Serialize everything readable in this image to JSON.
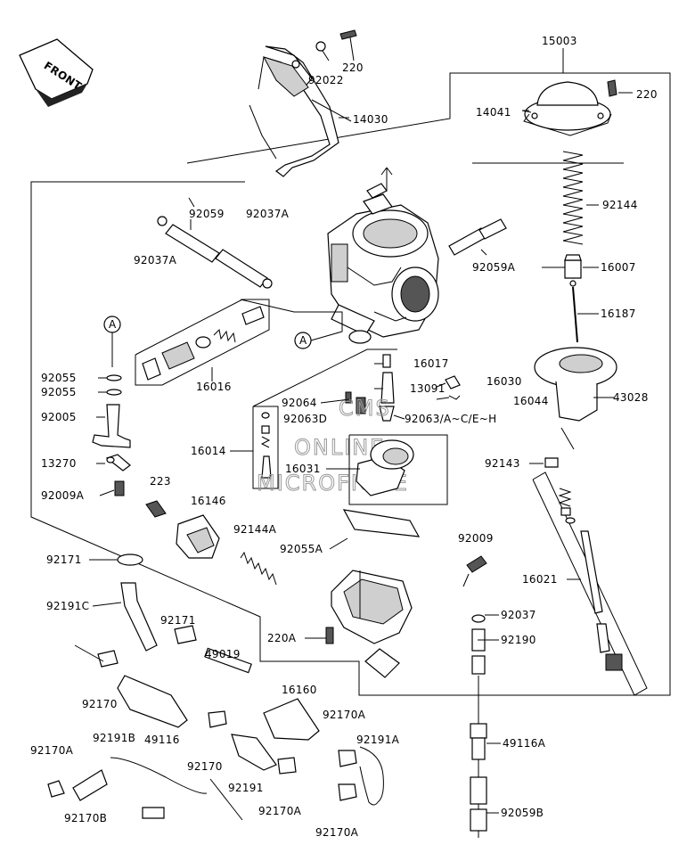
{
  "front_badge": "FRONT",
  "watermark": {
    "line1": "CMS",
    "line2": "ONLINE",
    "line3": "MICROFICHE"
  },
  "refs": {
    "a1": "A",
    "a2": "A"
  },
  "parts": {
    "p15003": "15003",
    "p14041": "14041",
    "p220_top": "220",
    "p220_r": "220",
    "p92022": "92022",
    "p14030": "14030",
    "p92144": "92144",
    "p16007": "16007",
    "p16187": "16187",
    "p43028": "43028",
    "p92143": "92143",
    "p16021": "16021",
    "p92059": "92059",
    "p92037A_l": "92037A",
    "p92037A_r": "92037A",
    "p92059A": "92059A",
    "p16016": "16016",
    "p92055_1": "92055",
    "p92055_2": "92055",
    "p92005": "92005",
    "p13270": "13270",
    "p92009A": "92009A",
    "p223": "223",
    "p16014": "16014",
    "p16017": "16017",
    "p92064": "92064",
    "p92063D": "92063D",
    "p13091": "13091",
    "p16030": "16030",
    "p16044": "16044",
    "p92063AC": "92063/A~C/E~H",
    "p16031": "16031",
    "p16146": "16146",
    "p92144A": "92144A",
    "p92055A": "92055A",
    "p92009": "92009",
    "p92171_1": "92171",
    "p92191C": "92191C",
    "p92171_2": "92171",
    "p49019": "49019",
    "p16160": "16160",
    "p92037": "92037",
    "p92190": "92190",
    "p220A": "220A",
    "p92170_1": "92170",
    "p49116": "49116",
    "p92170A_c": "92170A",
    "p92170_2": "92170",
    "p92191A": "92191A",
    "p49116A": "49116A",
    "p92170A_l": "92170A",
    "p92191B": "92191B",
    "p92191": "92191",
    "p92170B": "92170B",
    "p92170A_m": "92170A",
    "p92170A_b": "92170A",
    "p92059B": "92059B"
  }
}
